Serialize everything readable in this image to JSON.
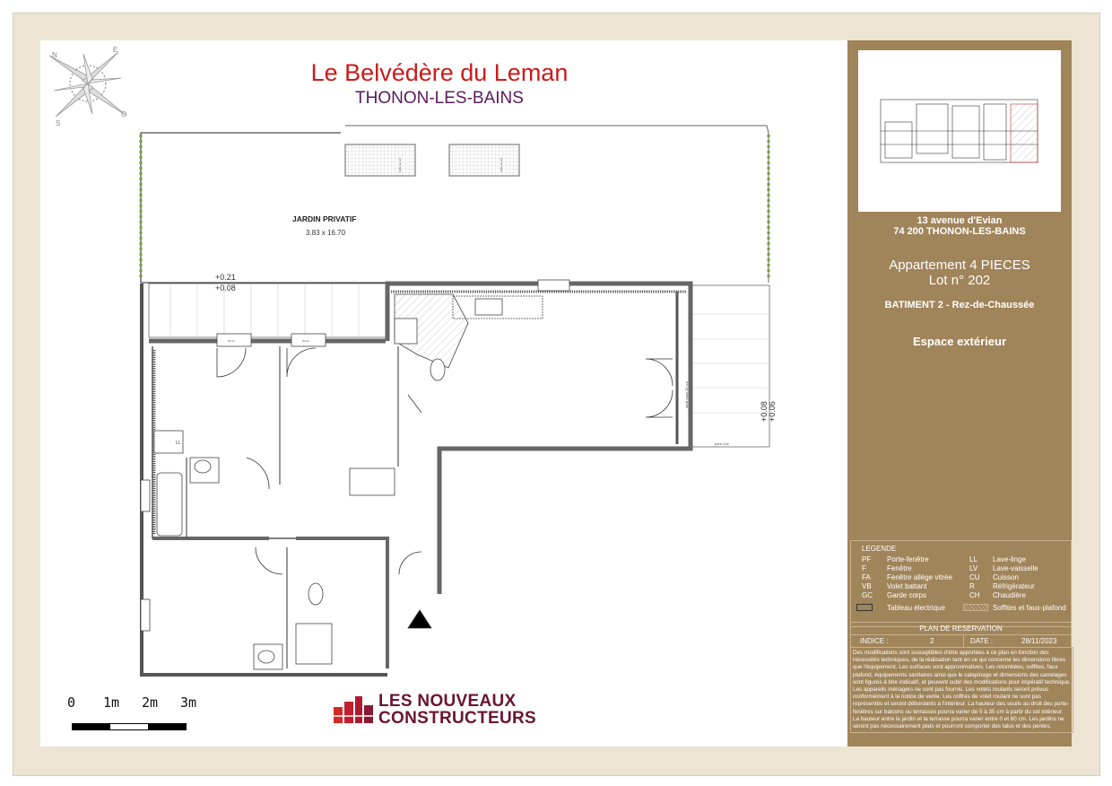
{
  "header": {
    "title": "Le Belvédère du Leman",
    "subtitle": "THONON-LES-BAINS"
  },
  "compass": {
    "labels": [
      "N",
      "E",
      "O",
      "S"
    ]
  },
  "plan": {
    "garden_label": "JARDIN PRIVATIF",
    "garden_dims": "3.83 x 16.70",
    "level_1": "+0.21",
    "level_2": "+0.08",
    "level_3": "+0.08",
    "level_4": "+0.06",
    "grille": "Grille au sol",
    "seuil": "seuil maxi 20 cm",
    "seuil_small": "20 cm",
    "pare_vue": "pare-vue",
    "ll": "LL"
  },
  "scale": {
    "labels": [
      "0",
      "1m",
      "2m",
      "3m"
    ]
  },
  "brand": {
    "line1": "LES NOUVEAUX",
    "line2": "CONSTRUCTEURS",
    "color": "#6a1530",
    "accent": "#d62828"
  },
  "side": {
    "address_1": "13 avenue d'Evian",
    "address_2": "74 200 THONON-LES-BAINS",
    "apartment": "Appartement 4 PIECES",
    "lot": "Lot n° 202",
    "building": "BATIMENT 2 - Rez-de-Chaussée",
    "exterior": "Espace extérieur",
    "legend_title": "LEGENDE",
    "legend": [
      {
        "code": "PF",
        "label": "Porte-fenêtre"
      },
      {
        "code": "F",
        "label": "Fenêtre"
      },
      {
        "code": "FA",
        "label": "Fenêtre allège vitrée"
      },
      {
        "code": "VB",
        "label": "Volet battant"
      },
      {
        "code": "GC",
        "label": "Garde corps"
      },
      {
        "code": "LL",
        "label": "Lave-linge"
      },
      {
        "code": "LV",
        "label": "Lave-vaisselle"
      },
      {
        "code": "CU",
        "label": "Cuisson"
      },
      {
        "code": "R",
        "label": "Réfrigérateur"
      },
      {
        "code": "CH",
        "label": "Chaudière"
      }
    ],
    "legend_symbols": [
      {
        "label": "Tableau électrique"
      },
      {
        "label": "Soffites et faux-plafond"
      }
    ],
    "reservation_title": "PLAN DE RESERVATION",
    "indice_label": "INDICE :",
    "indice_value": "2",
    "date_label": "DATE :",
    "date_value": "28/11/2023",
    "disclaimer": "Des modifications sont susceptibles d'être apportées à ce plan en fonction des nécessités techniques, de la réalisation tant en ce qui concerne les dimensions libres que l'équipement. Les surfaces sont approximatives. Les retombées, soffites, faux plafond, équipements sanitaires ainsi que le calepinage et dimensions des carrelages sont figurés à titre indicatif, et peuvent subir des modifications pour impératif technique. Les appareils ménagers ne sont pas fournis. Les volets roulants seront prévus conformément à la notice de vente. Les coffres de volet roulant ne sont pas représentés et seront débordants à l'intérieur. La hauteur des seuils au droit des porte-fenêtres sur balcons ou terrasses pourra varier de 5 à 35 cm à partir du sol intérieur. La hauteur entre le jardin et la terrasse pourra varier entre 0 et 60 cm. Les jardins ne seront pas nécessairement plats et pourront comporter des talus et des pentes."
  },
  "colors": {
    "panel": "#a0845a",
    "title": "#cc1a1a",
    "subtitle": "#5a1a5a",
    "background": "#ede4d3"
  }
}
